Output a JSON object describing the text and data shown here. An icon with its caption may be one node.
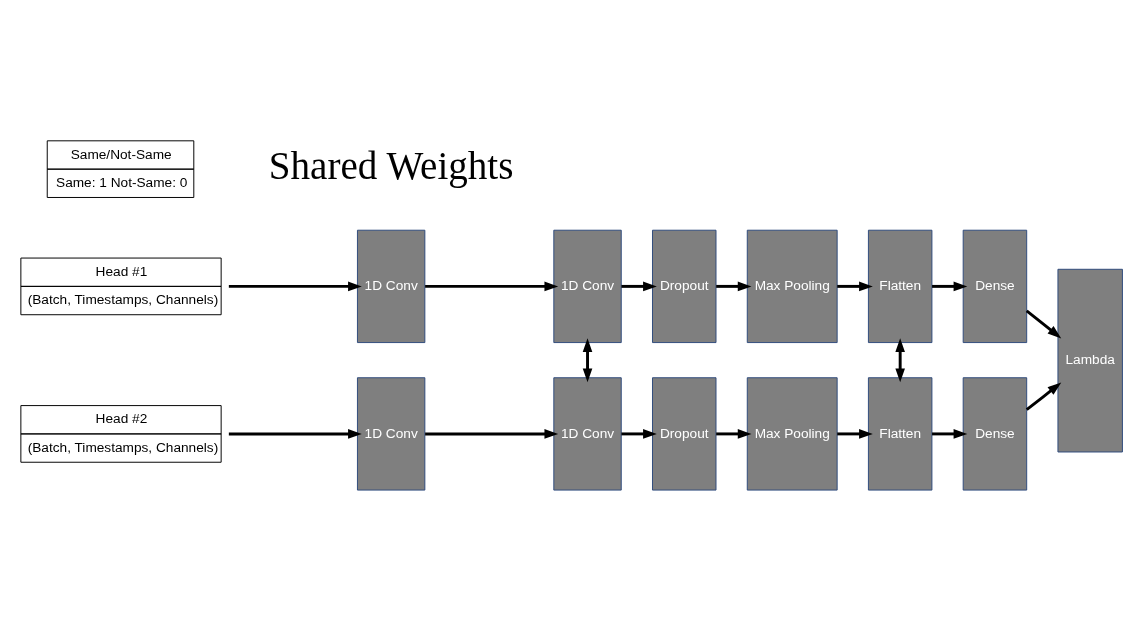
{
  "diagram": {
    "nodes": [
      {
        "text": [
          "Head #1",
          "(Batch, Timestamps, Channels)"
        ]
      },
      {
        "text": [
          "1D Conv"
        ]
      },
      {
        "text": [
          "1D Conv"
        ]
      },
      {
        "text": [
          "Dropout"
        ]
      },
      {
        "text": [
          "Max Pooling"
        ]
      },
      {
        "text": [
          "Flatten"
        ]
      },
      {
        "text": [
          "Dense"
        ]
      },
      {
        "text": [
          "Same/Not-Same",
          "Same: 1 Not-Same: 0"
        ]
      },
      {
        "text": [
          "Head #2",
          "(Batch, Timestamps, Channels)"
        ]
      },
      {
        "text": [
          "1D Conv"
        ]
      },
      {
        "text": [
          "1D Conv"
        ]
      },
      {
        "text": [
          "Dropout"
        ]
      },
      {
        "text": [
          "Max Pooling"
        ]
      },
      {
        "text": [
          "Flatten"
        ]
      },
      {
        "text": [
          "Dense"
        ]
      },
      {
        "text": [
          "Lambda"
        ]
      }
    ],
    "edges": [
      {
        "from": 0,
        "to": 1,
        "arrow": "to"
      },
      {
        "from": 1,
        "to": 2,
        "arrow": "to"
      },
      {
        "from": 2,
        "to": 3,
        "arrow": "to"
      },
      {
        "from": 3,
        "to": 4,
        "arrow": "to"
      },
      {
        "from": 4,
        "to": 5,
        "arrow": "to"
      },
      {
        "from": 5,
        "to": 6,
        "arrow": "to"
      },
      {
        "from": 6,
        "to": 15,
        "arrow": "to"
      },
      {
        "from": 8,
        "to": 9,
        "arrow": "to"
      },
      {
        "from": 9,
        "to": 10,
        "arrow": "to"
      },
      {
        "from": 10,
        "to": 11,
        "arrow": "to"
      },
      {
        "from": 11,
        "to": 12,
        "arrow": "to"
      },
      {
        "from": 12,
        "to": 13,
        "arrow": "to"
      },
      {
        "from": 13,
        "to": 14,
        "arrow": "to"
      },
      {
        "from": 14,
        "to": 15,
        "arrow": "to"
      },
      {
        "from": 2,
        "to": 10,
        "arrow": "both"
      },
      {
        "from": 5,
        "to": 13,
        "arrow": "both"
      }
    ],
    "labels": [
      "Shared Weights"
    ]
  }
}
